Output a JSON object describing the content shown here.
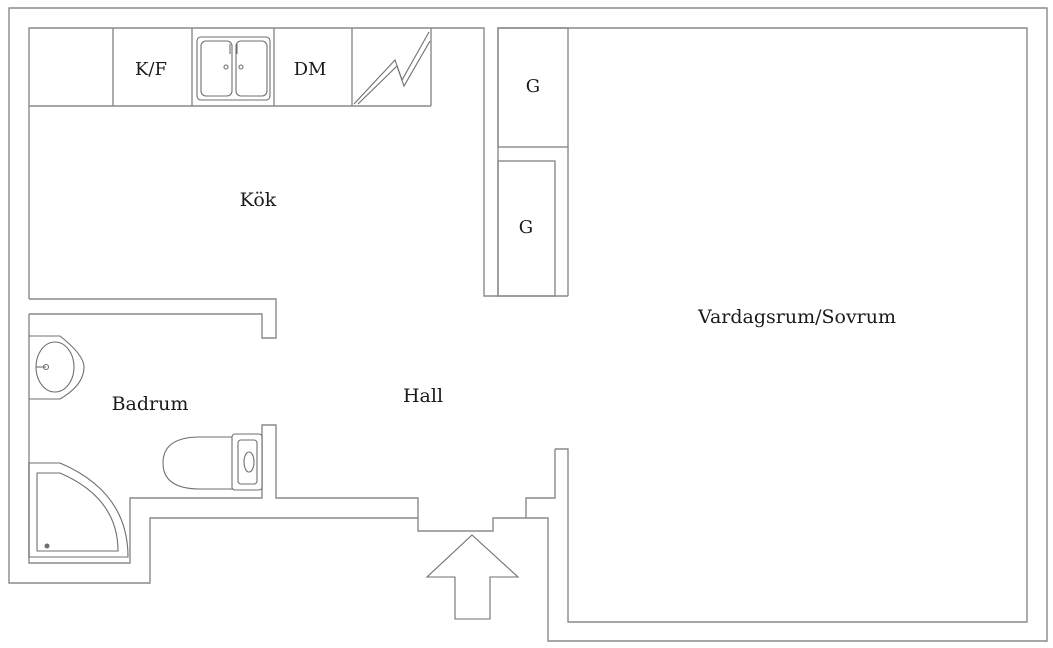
{
  "labels": {
    "kf": "K/F",
    "dm": "DM",
    "g1": "G",
    "g2": "G",
    "kitchen": "Kök",
    "living": "Vardagsrum/Sovrum",
    "bathroom": "Badrum",
    "hall": "Hall"
  },
  "icons": {
    "sink": "kitchen-sink-icon",
    "stove": "stove-icon",
    "washbasin": "washbasin-icon",
    "toilet": "toilet-icon",
    "shower": "corner-shower-icon",
    "entrance": "entrance-arrow-icon"
  },
  "colors": {
    "wall": "#8a8a8a",
    "fixture": "#6f6f6f",
    "background": "#ffffff",
    "text": "#1a1a1a"
  }
}
